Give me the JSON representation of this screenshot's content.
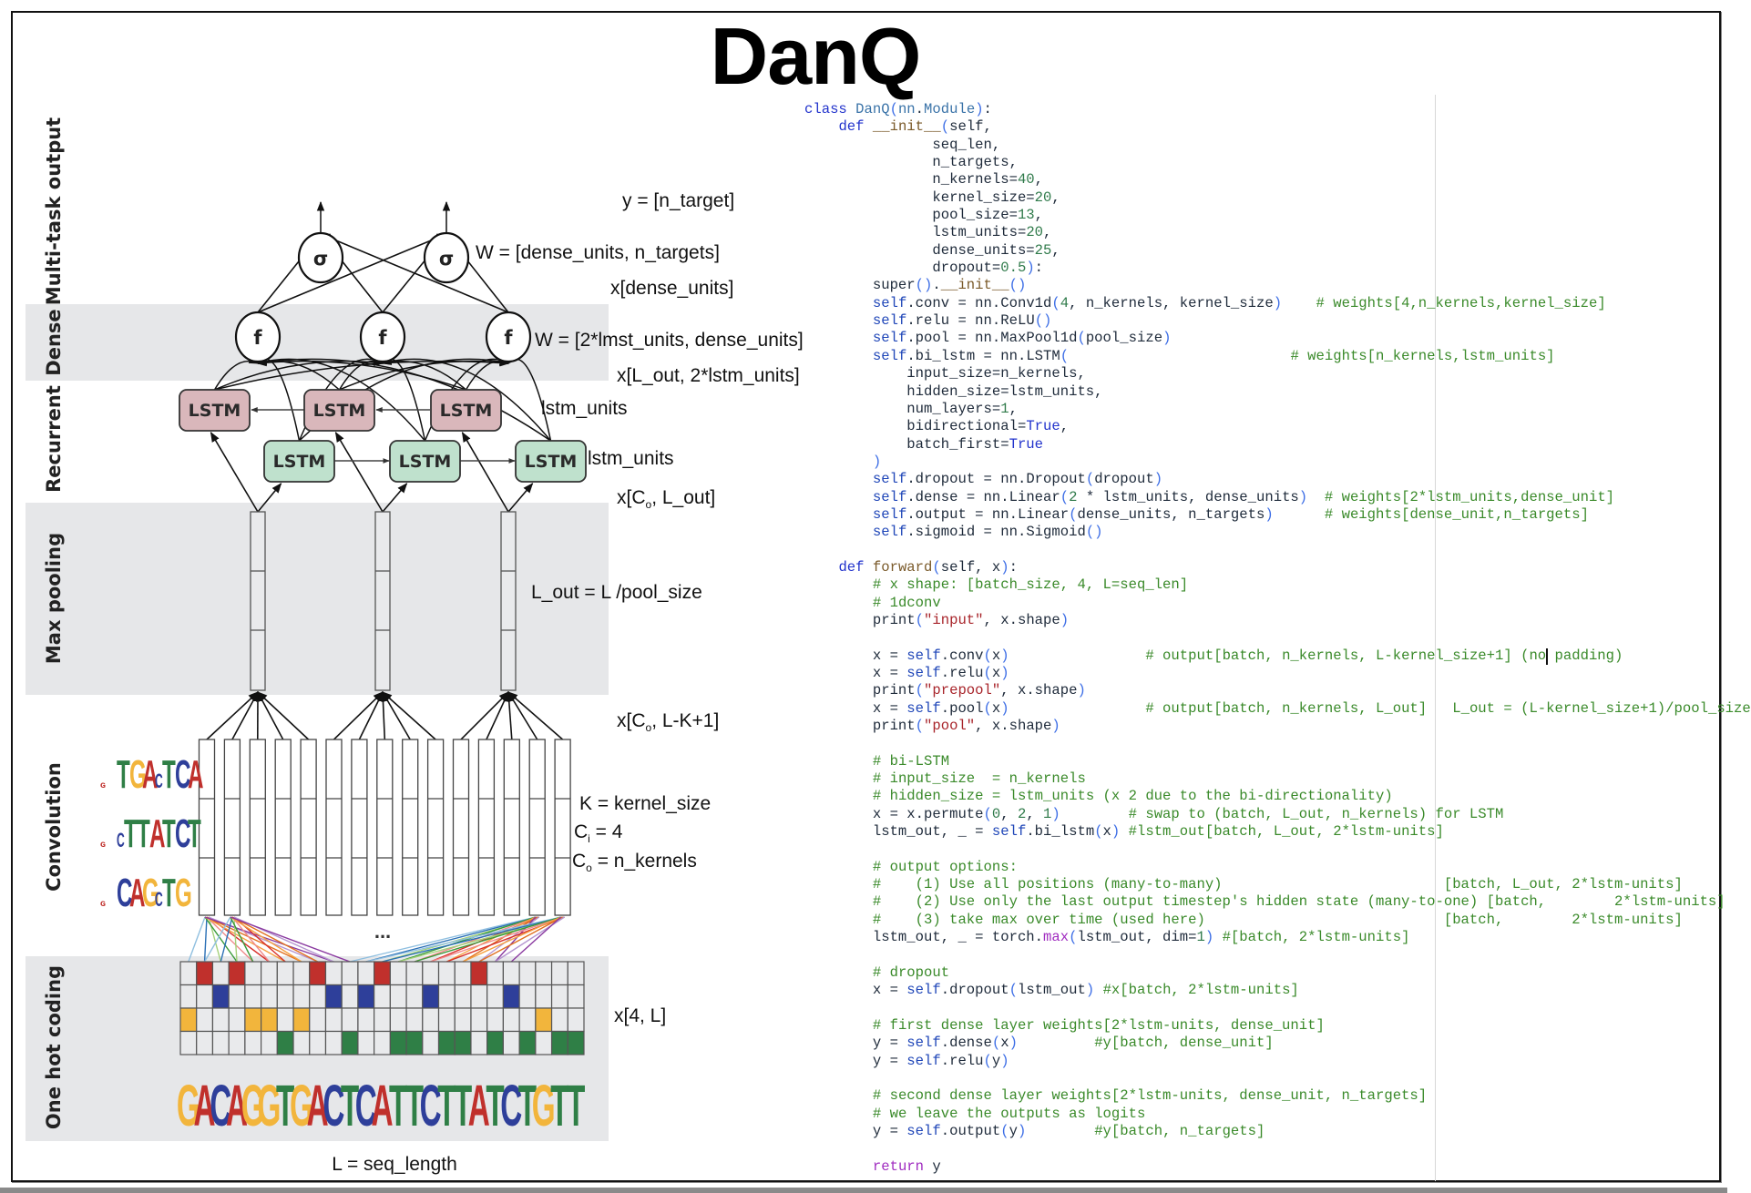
{
  "title": "DanQ",
  "diagram": {
    "side_labels": [
      "Multi-task output",
      "Dense",
      "Recurrent",
      "Max pooling",
      "Convolution",
      "One hot coding"
    ],
    "output_node_symbol": "σ",
    "dense_node_symbol": "f",
    "lstm_label": "LSTM",
    "dots": "...",
    "annotations": {
      "y_out": "y = [n_target]",
      "w_out": "W = [dense_units, n_targets]",
      "x_dense": "x[dense_units]",
      "w_dense": "W = [2*lmst_units, dense_units]",
      "x_lstm": "x[L_out, 2*lstm_units]",
      "lstm_units_back": "lstm_units",
      "lstm_units_fwd": "lstm_units",
      "x_pool_pre": "x[C",
      "x_pool_sub": "o",
      "x_pool_post": ", L_out]",
      "l_out": "L_out  = L /pool_size",
      "x_conv_pre": "x[C",
      "x_conv_sub": "o",
      "x_conv_post": ", L-K+1]",
      "k": "K = kernel_size",
      "ci_pre": "C",
      "ci_sub": "i",
      "ci_post": " = 4",
      "co_pre": "C",
      "co_sub": "o",
      "co_post": " = n_kernels",
      "x_onehot": "x[4, L]",
      "l_seq": "L = seq_length"
    },
    "motifs": [
      "TGAcTCA",
      "cTTATCT",
      "CAGcTG"
    ],
    "sequence": "GACAGGTGACTCATTCTTATCTGTT",
    "onehot_rows": [
      "A",
      "C",
      "G",
      "T"
    ],
    "base_colors": {
      "A": "#c0302c",
      "C": "#2e3f9a",
      "G": "#f2b53c",
      "T": "#2f7f46"
    },
    "lstm_back_color": "#d9b7bb",
    "lstm_fwd_color": "#bfe1cd",
    "panel_color": "#e6e7e9"
  },
  "code": {
    "lines": [
      [
        [
          "kw",
          "class "
        ],
        [
          "cls",
          "DanQ"
        ],
        [
          "p",
          "("
        ],
        [
          "cls",
          "nn"
        ],
        [
          "txt",
          "."
        ],
        [
          "cls",
          "Module"
        ],
        [
          "p",
          ")"
        ],
        [
          "txt",
          ":"
        ]
      ],
      [
        [
          "txt",
          "    "
        ],
        [
          "kw",
          "def "
        ],
        [
          "fn",
          "__init__"
        ],
        [
          "p",
          "("
        ],
        [
          "txt",
          "self,"
        ]
      ],
      [
        [
          "txt",
          "               seq_len,"
        ]
      ],
      [
        [
          "txt",
          "               n_targets,"
        ]
      ],
      [
        [
          "txt",
          "               n_kernels="
        ],
        [
          "num",
          "40"
        ],
        [
          "txt",
          ","
        ]
      ],
      [
        [
          "txt",
          "               kernel_size="
        ],
        [
          "num",
          "20"
        ],
        [
          "txt",
          ","
        ]
      ],
      [
        [
          "txt",
          "               pool_size="
        ],
        [
          "num",
          "13"
        ],
        [
          "txt",
          ","
        ]
      ],
      [
        [
          "txt",
          "               lstm_units="
        ],
        [
          "num",
          "20"
        ],
        [
          "txt",
          ","
        ]
      ],
      [
        [
          "txt",
          "               dense_units="
        ],
        [
          "num",
          "25"
        ],
        [
          "txt",
          ","
        ]
      ],
      [
        [
          "txt",
          "               dropout="
        ],
        [
          "num",
          "0.5"
        ],
        [
          "p",
          ")"
        ],
        [
          "txt",
          ":"
        ]
      ],
      [
        [
          "txt",
          "        super"
        ],
        [
          "p",
          "()"
        ],
        [
          "txt",
          "."
        ],
        [
          "fn",
          "__init__"
        ],
        [
          "p",
          "()"
        ]
      ],
      [
        [
          "txt",
          "        "
        ],
        [
          "self",
          "self"
        ],
        [
          "txt",
          ".conv = nn.Conv1d"
        ],
        [
          "p",
          "("
        ],
        [
          "num",
          "4"
        ],
        [
          "txt",
          ", n_kernels, kernel_size"
        ],
        [
          "p",
          ")"
        ],
        [
          "txt",
          "    "
        ],
        [
          "com",
          "# weights[4,n_kernels,kernel_size]"
        ]
      ],
      [
        [
          "txt",
          "        "
        ],
        [
          "self",
          "self"
        ],
        [
          "txt",
          ".relu = nn.ReLU"
        ],
        [
          "p",
          "()"
        ]
      ],
      [
        [
          "txt",
          "        "
        ],
        [
          "self",
          "self"
        ],
        [
          "txt",
          ".pool = nn.MaxPool1d"
        ],
        [
          "p",
          "("
        ],
        [
          "txt",
          "pool_size"
        ],
        [
          "p",
          ")"
        ]
      ],
      [
        [
          "txt",
          "        "
        ],
        [
          "self",
          "self"
        ],
        [
          "txt",
          ".bi_lstm = nn.LSTM"
        ],
        [
          "p",
          "("
        ],
        [
          "txt",
          "                          "
        ],
        [
          "com",
          "# weights[n_kernels,lstm_units]"
        ]
      ],
      [
        [
          "txt",
          "            input_size=n_kernels,"
        ]
      ],
      [
        [
          "txt",
          "            hidden_size=lstm_units,"
        ]
      ],
      [
        [
          "txt",
          "            num_layers="
        ],
        [
          "num",
          "1"
        ],
        [
          "txt",
          ","
        ]
      ],
      [
        [
          "txt",
          "            bidirectional="
        ],
        [
          "kw",
          "True"
        ],
        [
          "txt",
          ","
        ]
      ],
      [
        [
          "txt",
          "            batch_first="
        ],
        [
          "kw",
          "True"
        ]
      ],
      [
        [
          "txt",
          "        "
        ],
        [
          "p",
          ")"
        ]
      ],
      [
        [
          "txt",
          "        "
        ],
        [
          "self",
          "self"
        ],
        [
          "txt",
          ".dropout = nn.Dropout"
        ],
        [
          "p",
          "("
        ],
        [
          "txt",
          "dropout"
        ],
        [
          "p",
          ")"
        ]
      ],
      [
        [
          "txt",
          "        "
        ],
        [
          "self",
          "self"
        ],
        [
          "txt",
          ".dense = nn.Linear"
        ],
        [
          "p",
          "("
        ],
        [
          "num",
          "2"
        ],
        [
          "txt",
          " * lstm_units, dense_units"
        ],
        [
          "p",
          ")"
        ],
        [
          "txt",
          "  "
        ],
        [
          "com",
          "# weights[2*lstm_units,dense_unit]"
        ]
      ],
      [
        [
          "txt",
          "        "
        ],
        [
          "self",
          "self"
        ],
        [
          "txt",
          ".output = nn.Linear"
        ],
        [
          "p",
          "("
        ],
        [
          "txt",
          "dense_units, n_targets"
        ],
        [
          "p",
          ")"
        ],
        [
          "txt",
          "      "
        ],
        [
          "com",
          "# weights[dense_unit,n_targets]"
        ]
      ],
      [
        [
          "txt",
          "        "
        ],
        [
          "self",
          "self"
        ],
        [
          "txt",
          ".sigmoid = nn.Sigmoid"
        ],
        [
          "p",
          "()"
        ]
      ],
      [
        [
          "txt",
          ""
        ]
      ],
      [
        [
          "txt",
          "    "
        ],
        [
          "kw",
          "def "
        ],
        [
          "fn",
          "forward"
        ],
        [
          "p",
          "("
        ],
        [
          "txt",
          "self, x"
        ],
        [
          "p",
          ")"
        ],
        [
          "txt",
          ":"
        ]
      ],
      [
        [
          "txt",
          "        "
        ],
        [
          "com",
          "# x shape: [batch_size, 4, L=seq_len]"
        ]
      ],
      [
        [
          "txt",
          "        "
        ],
        [
          "com",
          "# 1dconv"
        ]
      ],
      [
        [
          "txt",
          "        print"
        ],
        [
          "p",
          "("
        ],
        [
          "str",
          "\"input\""
        ],
        [
          "txt",
          ", x.shape"
        ],
        [
          "p",
          ")"
        ]
      ],
      [
        [
          "txt",
          ""
        ]
      ],
      [
        [
          "txt",
          "        x = "
        ],
        [
          "self",
          "self"
        ],
        [
          "txt",
          ".conv"
        ],
        [
          "p",
          "("
        ],
        [
          "txt",
          "x"
        ],
        [
          "p",
          ")"
        ],
        [
          "txt",
          "                "
        ],
        [
          "com",
          "# output[batch, n_kernels, L-kernel_size+1] (no padding)"
        ]
      ],
      [
        [
          "txt",
          "        x = "
        ],
        [
          "self",
          "self"
        ],
        [
          "txt",
          ".relu"
        ],
        [
          "p",
          "("
        ],
        [
          "txt",
          "x"
        ],
        [
          "p",
          ")"
        ]
      ],
      [
        [
          "txt",
          "        print"
        ],
        [
          "p",
          "("
        ],
        [
          "str",
          "\"prepool\""
        ],
        [
          "txt",
          ", x.shape"
        ],
        [
          "p",
          ")"
        ]
      ],
      [
        [
          "txt",
          "        x = "
        ],
        [
          "self",
          "self"
        ],
        [
          "txt",
          ".pool"
        ],
        [
          "p",
          "("
        ],
        [
          "txt",
          "x"
        ],
        [
          "p",
          ")"
        ],
        [
          "txt",
          "                "
        ],
        [
          "com",
          "# output[batch, n_kernels, L_out]   L_out = (L-kernel_size+1)/pool_size"
        ]
      ],
      [
        [
          "txt",
          "        print"
        ],
        [
          "p",
          "("
        ],
        [
          "str",
          "\"pool\""
        ],
        [
          "txt",
          ", x.shape"
        ],
        [
          "p",
          ")"
        ]
      ],
      [
        [
          "txt",
          ""
        ]
      ],
      [
        [
          "txt",
          "        "
        ],
        [
          "com",
          "# bi-LSTM"
        ]
      ],
      [
        [
          "txt",
          "        "
        ],
        [
          "com",
          "# input_size  = n_kernels"
        ]
      ],
      [
        [
          "txt",
          "        "
        ],
        [
          "com",
          "# hidden_size = lstm_units (x 2 due to the bi-directionality)"
        ]
      ],
      [
        [
          "txt",
          "        x = x.permute"
        ],
        [
          "p",
          "("
        ],
        [
          "num",
          "0"
        ],
        [
          "txt",
          ", "
        ],
        [
          "num",
          "2"
        ],
        [
          "txt",
          ", "
        ],
        [
          "num",
          "1"
        ],
        [
          "p",
          ")"
        ],
        [
          "txt",
          "        "
        ],
        [
          "com",
          "# swap to (batch, L_out, n_kernels) for LSTM"
        ]
      ],
      [
        [
          "txt",
          "        lstm_out, _ = "
        ],
        [
          "self",
          "self"
        ],
        [
          "txt",
          ".bi_lstm"
        ],
        [
          "p",
          "("
        ],
        [
          "txt",
          "x"
        ],
        [
          "p",
          ")"
        ],
        [
          "txt",
          " "
        ],
        [
          "com",
          "#lstm_out[batch, L_out, 2*lstm-units]"
        ]
      ],
      [
        [
          "txt",
          ""
        ]
      ],
      [
        [
          "txt",
          "        "
        ],
        [
          "com",
          "# output options:"
        ]
      ],
      [
        [
          "txt",
          "        "
        ],
        [
          "com",
          "#    (1) Use all positions (many-to-many)                          [batch, L_out, 2*lstm-units]"
        ]
      ],
      [
        [
          "txt",
          "        "
        ],
        [
          "com",
          "#    (2) Use only the last output timestep's hidden state (many-to-one) [batch,        2*lstm-units]"
        ]
      ],
      [
        [
          "txt",
          "        "
        ],
        [
          "com",
          "#    (3) take max over time (used here)                            [batch,        2*lstm-units]"
        ]
      ],
      [
        [
          "txt",
          "        lstm_out, _ = torch."
        ],
        [
          "ret",
          "max"
        ],
        [
          "p",
          "("
        ],
        [
          "txt",
          "lstm_out, dim="
        ],
        [
          "num",
          "1"
        ],
        [
          "p",
          ")"
        ],
        [
          "txt",
          " "
        ],
        [
          "com",
          "#[batch, 2*lstm-units]"
        ]
      ],
      [
        [
          "txt",
          ""
        ]
      ],
      [
        [
          "txt",
          "        "
        ],
        [
          "com",
          "# dropout"
        ]
      ],
      [
        [
          "txt",
          "        x = "
        ],
        [
          "self",
          "self"
        ],
        [
          "txt",
          ".dropout"
        ],
        [
          "p",
          "("
        ],
        [
          "txt",
          "lstm_out"
        ],
        [
          "p",
          ")"
        ],
        [
          "txt",
          " "
        ],
        [
          "com",
          "#x[batch, 2*lstm-units]"
        ]
      ],
      [
        [
          "txt",
          ""
        ]
      ],
      [
        [
          "txt",
          "        "
        ],
        [
          "com",
          "# first dense layer weights[2*lstm-units, dense_unit]"
        ]
      ],
      [
        [
          "txt",
          "        y = "
        ],
        [
          "self",
          "self"
        ],
        [
          "txt",
          ".dense"
        ],
        [
          "p",
          "("
        ],
        [
          "txt",
          "x"
        ],
        [
          "p",
          ")"
        ],
        [
          "txt",
          "         "
        ],
        [
          "com",
          "#y[batch, dense_unit]"
        ]
      ],
      [
        [
          "txt",
          "        y = "
        ],
        [
          "self",
          "self"
        ],
        [
          "txt",
          ".relu"
        ],
        [
          "p",
          "("
        ],
        [
          "txt",
          "y"
        ],
        [
          "p",
          ")"
        ]
      ],
      [
        [
          "txt",
          ""
        ]
      ],
      [
        [
          "txt",
          "        "
        ],
        [
          "com",
          "# second dense layer weights[2*lstm-units, dense_unit, n_targets]"
        ]
      ],
      [
        [
          "txt",
          "        "
        ],
        [
          "com",
          "# we leave the outputs as logits"
        ]
      ],
      [
        [
          "txt",
          "        y = "
        ],
        [
          "self",
          "self"
        ],
        [
          "txt",
          ".output"
        ],
        [
          "p",
          "("
        ],
        [
          "txt",
          "y"
        ],
        [
          "p",
          ")"
        ],
        [
          "txt",
          "        "
        ],
        [
          "com",
          "#y[batch, n_targets]"
        ]
      ],
      [
        [
          "txt",
          ""
        ]
      ],
      [
        [
          "txt",
          "        "
        ],
        [
          "ret",
          "return"
        ],
        [
          "txt",
          " y"
        ]
      ]
    ]
  }
}
